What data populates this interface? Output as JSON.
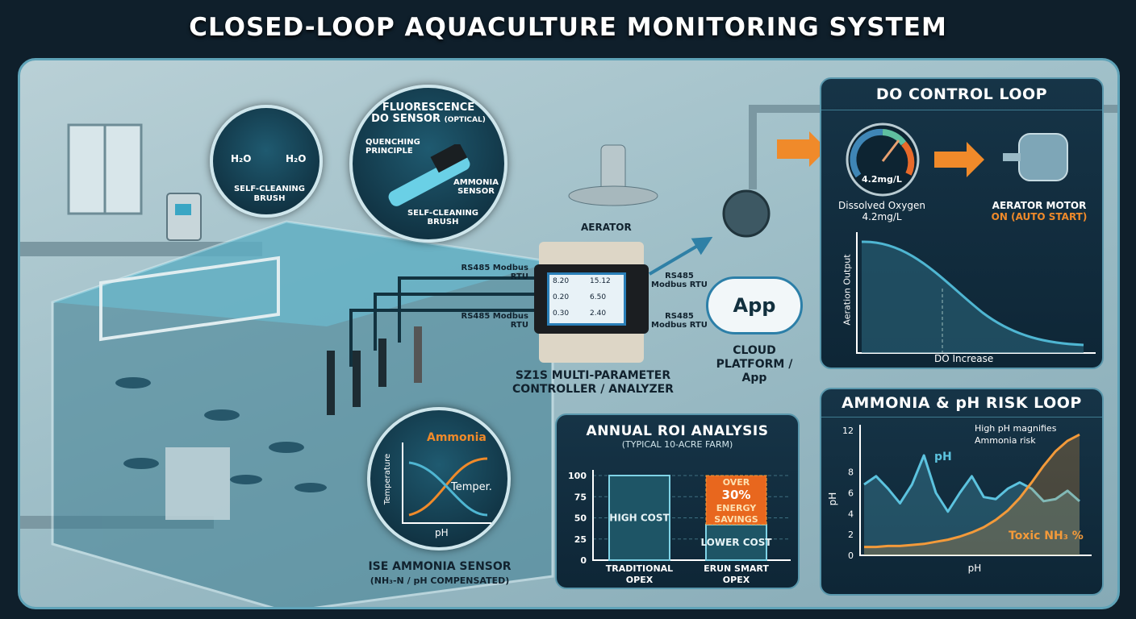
{
  "title": "CLOSED-LOOP AQUACULTURE MONITORING SYSTEM",
  "brush_callout": {
    "h2o_left": "H₂O",
    "h2o_right": "H₂O",
    "label": "SELF-CLEANING BRUSH"
  },
  "fluorescence": {
    "title_line1": "FLUORESCENCE",
    "title_line2": "DO SENSOR",
    "title_suffix": "(OPTICAL)",
    "quenching": "QUENCHING PRINCIPLE",
    "ammonia": "AMMONIA SENSOR",
    "brush": "SELF-CLEANING BRUSH"
  },
  "aerator_label": "AERATOR",
  "links": {
    "left_top": "RS485 Modbus RTU",
    "left_bottom": "RS485 Modbus RTU",
    "right_top": "RS485 Modbus RTU",
    "right_bottom": "RS485 Modbus RTU"
  },
  "controller": {
    "label": "SZ1S MULTI-PARAMETER CONTROLLER / ANALYZER",
    "readings": [
      "8.20",
      "15.12",
      "0.20",
      "6.50",
      "0.30",
      "2.40"
    ]
  },
  "cloud": {
    "app": "App",
    "label": "CLOUD PLATFORM / App"
  },
  "ise": {
    "ammonia": "Ammonia",
    "temper": "Temper.",
    "ylabel": "Temperature",
    "xlabel": "pH",
    "label_line1": "ISE AMMONIA SENSOR",
    "label_line2": "(NH₃-N / pH COMPENSATED)"
  },
  "do_loop": {
    "title": "DO CONTROL LOOP",
    "gauge_value": "4.2mg/L",
    "do_label": "Dissolved Oxygen",
    "do_value": "4.2mg/L",
    "motor_label": "AERATOR MOTOR",
    "motor_status": "ON (AUTO START)",
    "ylabel": "Aeration Output",
    "xlabel": "DO Increase",
    "colors": {
      "accent": "#f08a2a",
      "line": "#4fb6d2"
    }
  },
  "chart_data": [
    {
      "type": "bar",
      "title": "ANNUAL ROI ANALYSIS",
      "subtitle": "(TYPICAL 10-ACRE FARM)",
      "categories": [
        "TRADITIONAL OPEX",
        "ERUN SMART OPEX"
      ],
      "series": [
        {
          "name": "Cost",
          "values": [
            100,
            42
          ]
        },
        {
          "name": "Energy savings",
          "values": [
            0,
            58
          ]
        }
      ],
      "bar_labels": [
        "HIGH COST",
        "LOWER COST"
      ],
      "savings_label": [
        "OVER",
        "30%",
        "ENERGY",
        "SAVINGS"
      ],
      "yticks": [
        0,
        25,
        50,
        75,
        100
      ],
      "ylim": [
        0,
        100
      ],
      "grid": true
    },
    {
      "type": "line",
      "title": "AMMONIA & pH RISK LOOP",
      "xlabel": "pH",
      "ylabel": "pH",
      "ylim": [
        0,
        12
      ],
      "yticks": [
        0,
        2,
        4,
        6,
        8,
        12
      ],
      "annotation": "High pH magnifies Ammonia risk",
      "series": [
        {
          "name": "pH",
          "values": [
            6.8,
            7.6,
            6.4,
            5.0,
            6.8,
            9.6,
            6.0,
            4.2,
            6.0,
            7.6,
            5.6,
            5.4,
            6.4,
            7.0,
            6.4,
            5.2,
            5.4,
            6.2,
            5.2
          ]
        },
        {
          "name": "Toxic NH₃ %",
          "values": [
            0.8,
            0.8,
            0.9,
            0.9,
            1.0,
            1.1,
            1.3,
            1.5,
            1.8,
            2.2,
            2.7,
            3.4,
            4.3,
            5.5,
            7.0,
            8.6,
            10.0,
            11.0,
            11.6
          ]
        }
      ]
    }
  ]
}
